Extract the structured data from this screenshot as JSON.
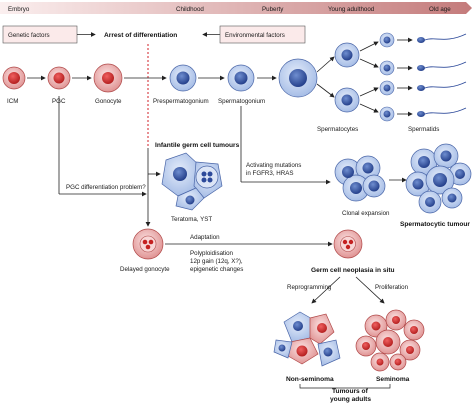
{
  "timeline": {
    "stages": [
      "Embryo",
      "Childhood",
      "Puberty",
      "Young adulthood",
      "Old age"
    ]
  },
  "header": {
    "genetic_factors": "Genetic factors",
    "arrest": "Arrest of differentiation",
    "environmental_factors": "Environmental factors"
  },
  "cells": {
    "icm": "ICM",
    "pgc": "PGC",
    "gonocyte": "Gonocyte",
    "prespermatogonium": "Prespermatogonium",
    "spermatogonium": "Spermatogonium",
    "spermatocytes": "Spermatocytes",
    "spermatids": "Spermatids",
    "delayed_gonocyte": "Delayed gonocyte"
  },
  "tumours": {
    "infantile_title": "Infantile germ cell tumours",
    "teratoma": "Teratoma, YST",
    "pgc_problem": "PGC differentiation problem?",
    "activating_1": "Activating mutations",
    "activating_2": "in FGFR3, HRAS",
    "clonal": "Clonal expansion",
    "spermatocytic": "Spermatocytic tumour",
    "adaptation": "Adaptation",
    "poly_1": "Polyploidisation",
    "poly_2": "12p gain (12q, X?),",
    "poly_3": "epigenetic changes",
    "gcnis": "Germ cell neoplasia in situ",
    "reprogramming": "Reprogramming",
    "proliferation": "Proliferation",
    "nonseminoma": "Non-seminoma",
    "seminoma": "Seminoma",
    "young_adults_1": "Tumours of",
    "young_adults_2": "young adults"
  },
  "colors": {
    "timeline_light": "#f4dede",
    "timeline_dark": "#c98888",
    "red_cell": "#e8a0a0",
    "red_cell_nucleus": "#d42a2a",
    "blue_cell": "#b9cbec",
    "blue_nucleus": "#2d4a9a"
  }
}
